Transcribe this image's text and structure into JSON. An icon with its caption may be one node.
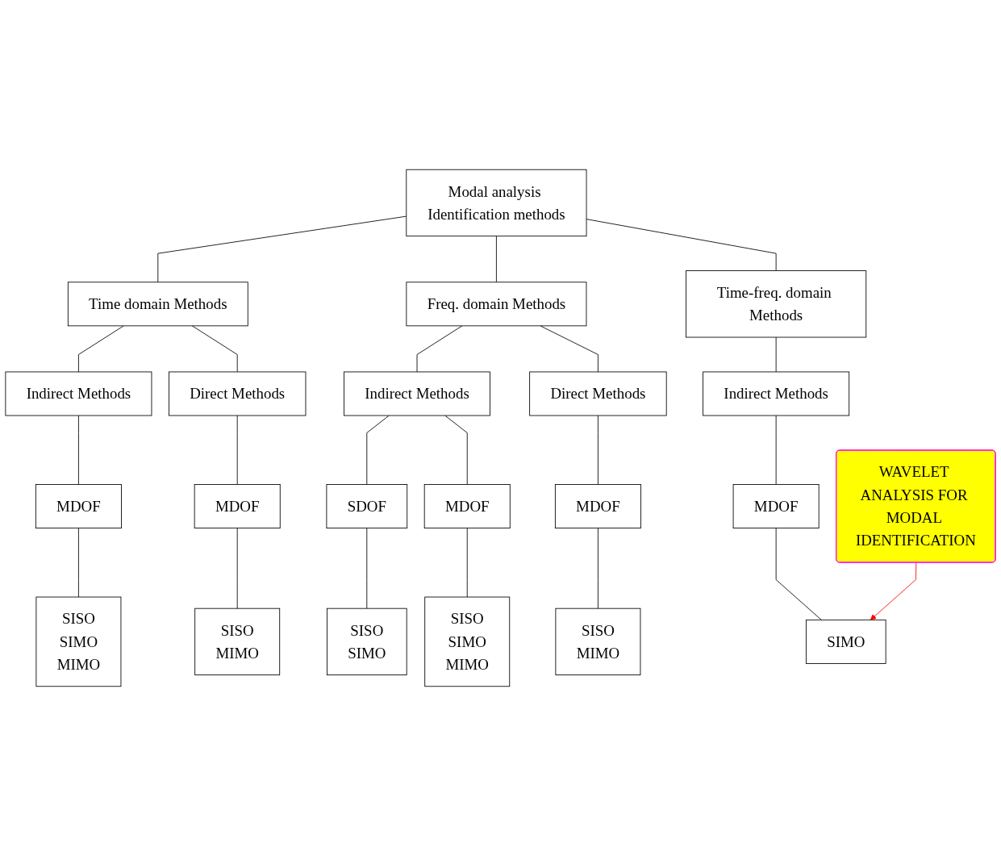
{
  "diagram": {
    "nodes": [
      {
        "text": [
          "Modal analysis Identification methods"
        ]
      },
      {
        "text": [
          "Time domain Methods"
        ]
      },
      {
        "text": [
          "Freq. domain Methods"
        ]
      },
      {
        "text": [
          "Time-freq. domain Methods"
        ]
      },
      {
        "text": [
          "Indirect Methods"
        ]
      },
      {
        "text": [
          "Direct Methods"
        ]
      },
      {
        "text": [
          "Indirect Methods"
        ]
      },
      {
        "text": [
          "Direct Methods"
        ]
      },
      {
        "text": [
          "Indirect Methods"
        ]
      },
      {
        "text": [
          "MDOF"
        ]
      },
      {
        "text": [
          "MDOF"
        ]
      },
      {
        "text": [
          "SDOF"
        ]
      },
      {
        "text": [
          "MDOF"
        ]
      },
      {
        "text": [
          "MDOF"
        ]
      },
      {
        "text": [
          "MDOF"
        ]
      },
      {
        "text": [
          "SISO",
          "SIMO",
          "MIMO"
        ]
      },
      {
        "text": [
          "SISO",
          "MIMO"
        ]
      },
      {
        "text": [
          "SISO",
          "SIMO"
        ]
      },
      {
        "text": [
          "SISO",
          "SIMO",
          "MIMO"
        ]
      },
      {
        "text": [
          "SISO",
          "MIMO"
        ]
      },
      {
        "text": [
          "SIMO"
        ]
      },
      {
        "text": [
          "WAVELET ANALYSIS FOR MODAL IDENTIFICATION"
        ]
      }
    ],
    "edges": [
      {
        "from": 0,
        "to": 1,
        "arrow": "none"
      },
      {
        "from": 0,
        "to": 2,
        "arrow": "none"
      },
      {
        "from": 0,
        "to": 3,
        "arrow": "none"
      },
      {
        "from": 1,
        "to": 4,
        "arrow": "none"
      },
      {
        "from": 1,
        "to": 5,
        "arrow": "none"
      },
      {
        "from": 2,
        "to": 6,
        "arrow": "none"
      },
      {
        "from": 2,
        "to": 7,
        "arrow": "none"
      },
      {
        "from": 3,
        "to": 8,
        "arrow": "none"
      },
      {
        "from": 4,
        "to": 9,
        "arrow": "none"
      },
      {
        "from": 5,
        "to": 10,
        "arrow": "none"
      },
      {
        "from": 6,
        "to": 11,
        "arrow": "none"
      },
      {
        "from": 6,
        "to": 12,
        "arrow": "none"
      },
      {
        "from": 7,
        "to": 13,
        "arrow": "none"
      },
      {
        "from": 8,
        "to": 14,
        "arrow": "none"
      },
      {
        "from": 9,
        "to": 15,
        "arrow": "none"
      },
      {
        "from": 10,
        "to": 16,
        "arrow": "none"
      },
      {
        "from": 11,
        "to": 17,
        "arrow": "none"
      },
      {
        "from": 12,
        "to": 18,
        "arrow": "none"
      },
      {
        "from": 13,
        "to": 19,
        "arrow": "none"
      },
      {
        "from": 14,
        "to": 20,
        "arrow": "none"
      },
      {
        "from": 21,
        "to": 20,
        "arrow": "to",
        "color": "#ff0000"
      }
    ]
  }
}
